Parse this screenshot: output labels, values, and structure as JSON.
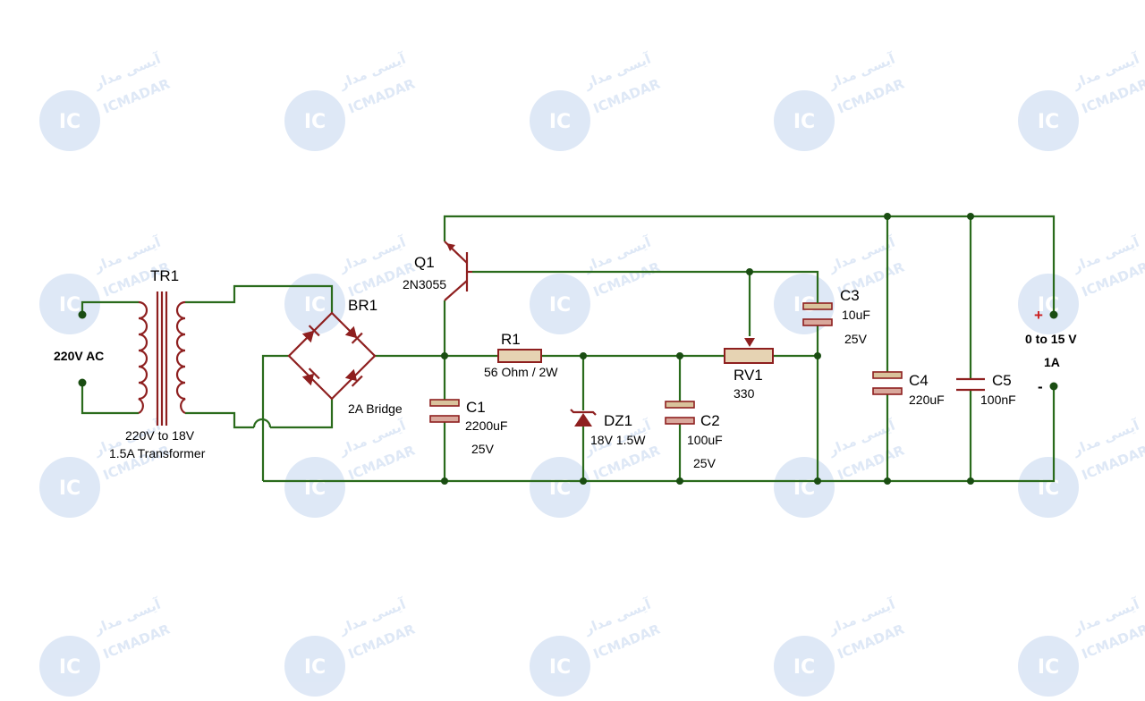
{
  "watermark": {
    "brand_latin": "ICMADAR",
    "brand_persian": "آیسی مدار",
    "logo_text": "IC"
  },
  "labels": {
    "input": "220V AC",
    "tr_ref": "TR1",
    "tr_value1": "220V to 18V",
    "tr_value2": "1.5A Transformer",
    "br_ref": "BR1",
    "br_value": "2A Bridge",
    "q_ref": "Q1",
    "q_value": "2N3055",
    "r_ref": "R1",
    "r_value": "56 Ohm / 2W",
    "c1_ref": "C1",
    "c1_value": "2200uF",
    "c1_voltage": "25V",
    "dz_ref": "DZ1",
    "dz_value": "18V 1.5W",
    "c2_ref": "C2",
    "c2_value": "100uF",
    "c2_voltage": "25V",
    "rv_ref": "RV1",
    "rv_value": "330",
    "c3_ref": "C3",
    "c3_value": "10uF",
    "c3_voltage": "25V",
    "c4_ref": "C4",
    "c4_value": "220uF",
    "c5_ref": "C5",
    "c5_value": "100nF",
    "out_plus": "+",
    "out_minus": "-",
    "out_voltage": "0  to 15 V",
    "out_current": "1A"
  },
  "colors": {
    "wire": "#2a6b1c",
    "component": "#8e1f1f",
    "plus_sign": "#cc1f1f",
    "watermark": "#dde7f6"
  }
}
